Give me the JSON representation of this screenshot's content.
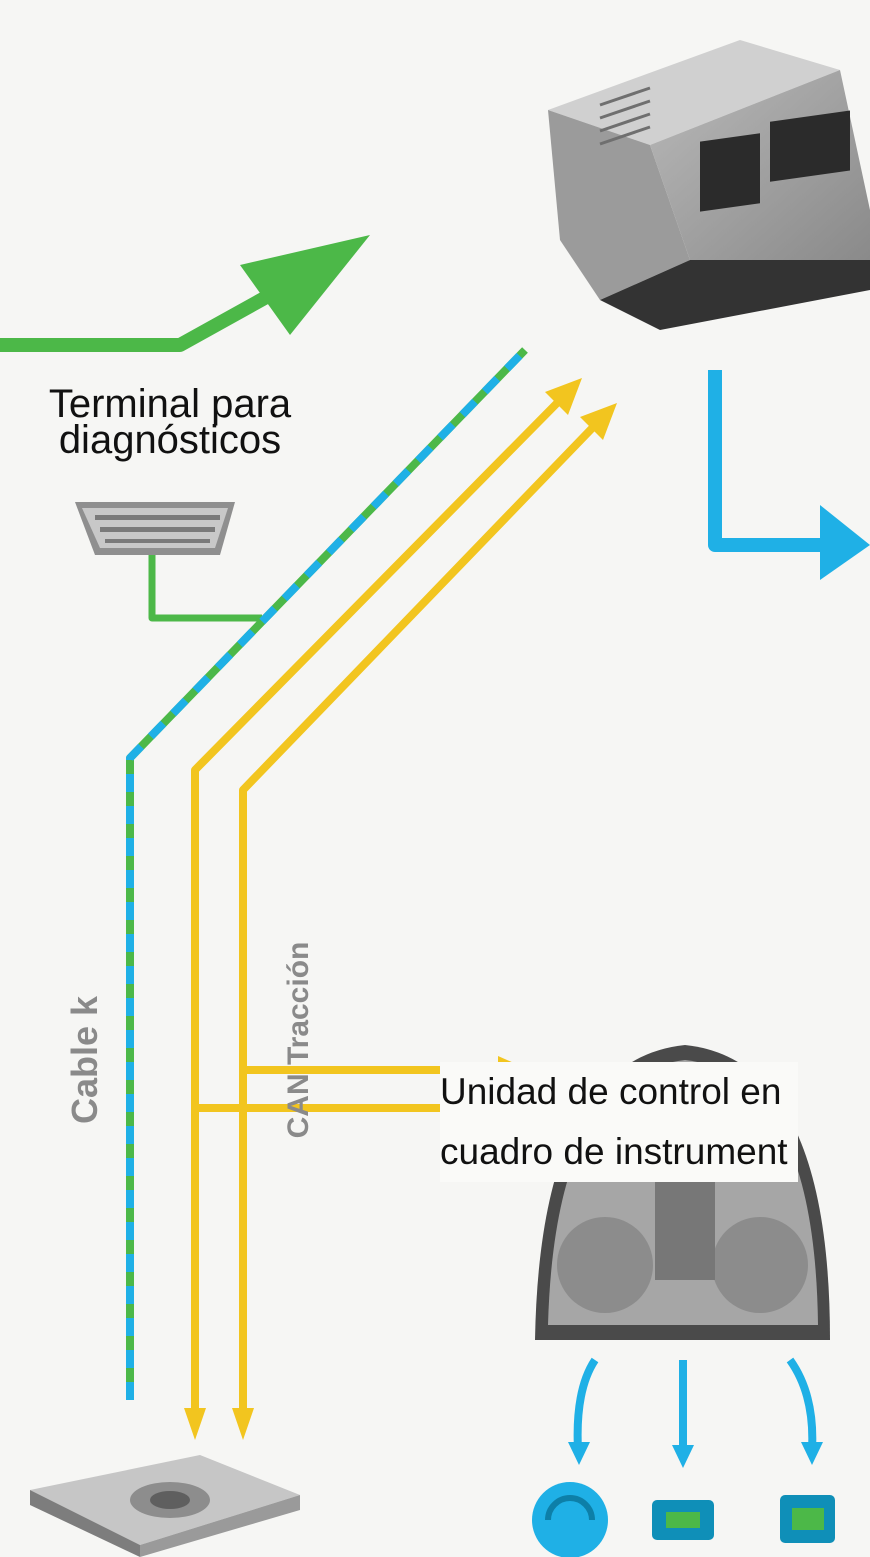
{
  "labels": {
    "terminal_line1": "Terminal para",
    "terminal_line2": "diagnósticos",
    "unidad_line1": "Unidad de control en",
    "unidad_line2": "cuadro de instrument",
    "cable_k": "Cable k",
    "can_traccion": "CAN Tracción"
  },
  "colors": {
    "green": "#4cb848",
    "blue": "#1fb0e6",
    "yellow": "#f2c51f",
    "background": "#f6f6f4"
  },
  "icons": [
    "ecu-module-icon",
    "obd-connector-icon",
    "instrument-cluster-icon",
    "control-unit-box-icon",
    "gauge-circle-icon",
    "indicator-lamp-icon"
  ]
}
